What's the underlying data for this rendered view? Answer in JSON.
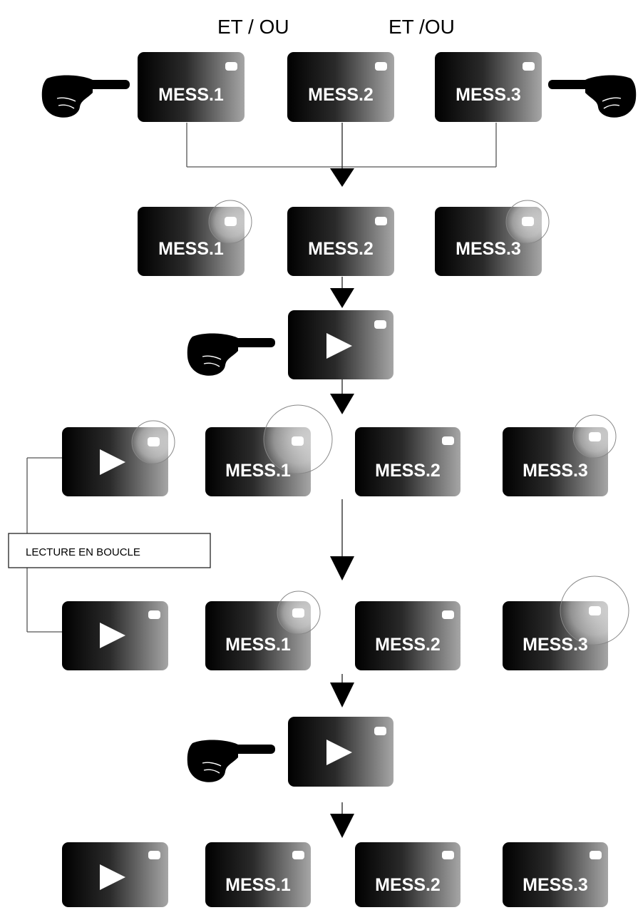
{
  "headers": {
    "left": "ET / OU",
    "right": "ET /OU"
  },
  "loop": {
    "label": "LECTURE EN BOUCLE"
  },
  "messages": {
    "m1": "MESS.1",
    "m2": "MESS.2",
    "m3": "MESS.3"
  },
  "icons": {
    "hand": "pointing-hand-icon",
    "play": "play-icon",
    "led": "led-indicator-icon"
  },
  "colors": {
    "button_dark": "#000000",
    "button_light": "#9a9a9a",
    "text": "#ffffff",
    "arrow": "#000000"
  }
}
